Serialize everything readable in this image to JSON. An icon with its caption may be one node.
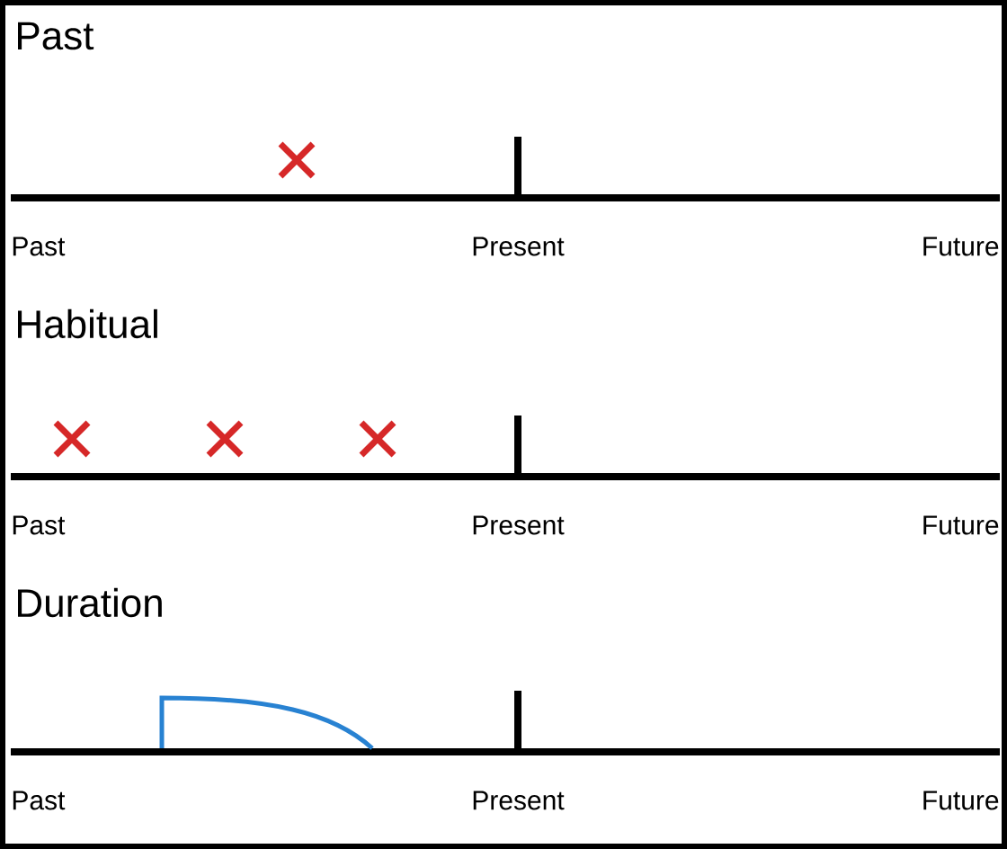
{
  "diagram": {
    "labels": [
      "Past",
      "Past",
      "Present",
      "Future",
      "Habitual",
      "Past",
      "Present",
      "Future",
      "Duration",
      "Past",
      "Present",
      "Future"
    ]
  }
}
